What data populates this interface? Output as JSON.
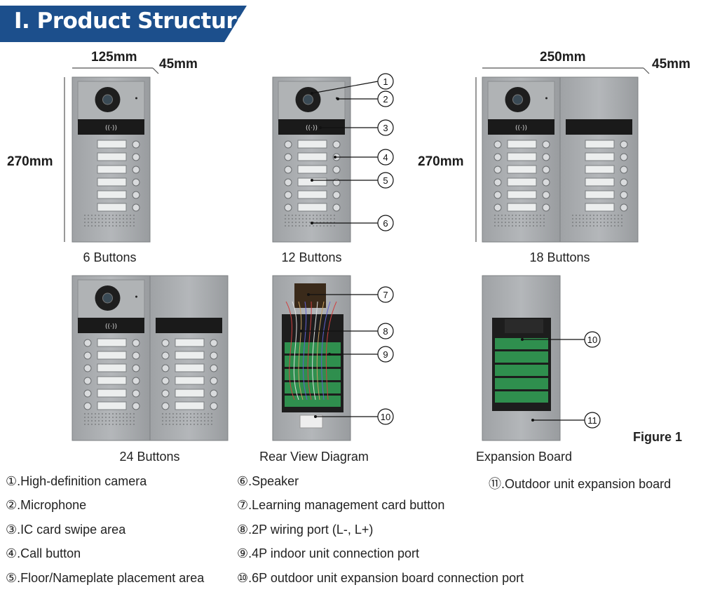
{
  "header": {
    "title": "I. Product Structure"
  },
  "dimensions": {
    "width_single": "125mm",
    "depth": "45mm",
    "height": "270mm",
    "width_double": "250mm"
  },
  "panels": {
    "p6": "6 Buttons",
    "p12": "12 Buttons",
    "p18": "18 Buttons",
    "p24": "24 Buttons",
    "rear": "Rear View Diagram",
    "expansion": "Expansion Board"
  },
  "callouts": [
    "①",
    "②",
    "③",
    "④",
    "⑤",
    "⑥",
    "⑦",
    "⑧",
    "⑨",
    "⑩",
    "⑪"
  ],
  "figure_label": "Figure 1",
  "legend": [
    "①.High-definition camera",
    "②.Microphone",
    "③.IC card swipe area",
    "④.Call button",
    "⑤.Floor/Nameplate placement area",
    "⑥.Speaker",
    "⑦.Learning management card button",
    "⑧.2P wiring port (L-, L+)",
    "⑨.4P indoor unit connection port",
    "⑩.6P outdoor unit expansion board connection port",
    "⑪.Outdoor unit expansion board"
  ],
  "colors": {
    "banner": "#1c4f8c",
    "panel": "#a6a9ac",
    "panel_dark": "#8c8f92",
    "strip": "#1a1a1a",
    "pcb": "#2f8f4e"
  }
}
